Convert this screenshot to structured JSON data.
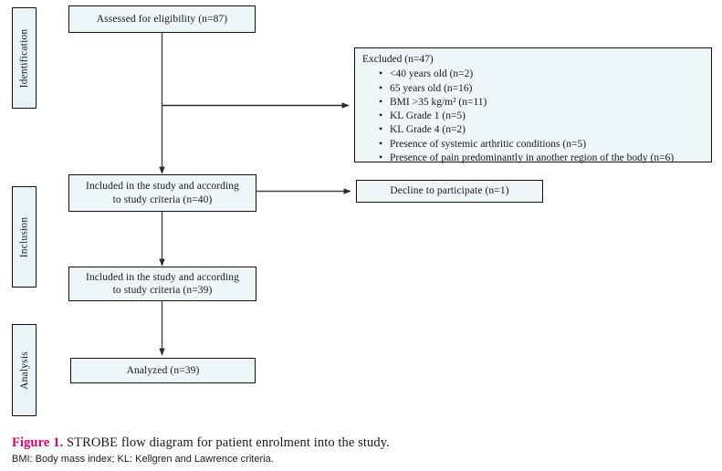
{
  "figure": {
    "stages": [
      {
        "label": "Identification"
      },
      {
        "label": "Inclusion"
      },
      {
        "label": "Analysis"
      }
    ],
    "nodes": [
      {
        "id": "assessed",
        "text": "Assessed for eligibility (n=87)"
      },
      {
        "id": "included40",
        "text": "Included in the study and according\nto study criteria (n=40)"
      },
      {
        "id": "decline",
        "text": "Decline to participate (n=1)"
      },
      {
        "id": "included39",
        "text": "Included in the study and according\nto study criteria (n=39)"
      },
      {
        "id": "analyzed",
        "text": "Analyzed (n=39)"
      }
    ],
    "excluded": {
      "title": "Excluded (n=47)",
      "items": [
        "<40 years old (n=2)",
        "65 years old (n=16)",
        "BMI >35 kg/m² (n=11)",
        "KL Grade 1 (n=5)",
        "KL Grade 4 (n=2)",
        "Presence of systemic arthritic conditions (n=5)",
        "Presence of pain predominantly in another region of the body (n=6)"
      ]
    },
    "caption": {
      "figure_number": "Figure 1.",
      "title": " STROBE flow diagram for patient enrolment into the study.",
      "abbreviations": "BMI: Body mass index; KL: Kellgren and Lawrence criteria."
    },
    "colors": {
      "box_fill": "#eef6f8",
      "box_stroke": "#111111",
      "figure_number_color": "#d6006e",
      "connector": "#444444",
      "page_background": "#ffffff"
    }
  }
}
